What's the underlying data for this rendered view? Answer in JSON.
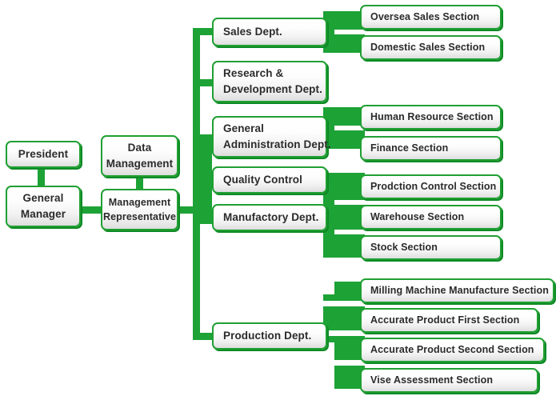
{
  "diagram": {
    "title": "Company Organization Chart",
    "colors": {
      "connector_green": "#1da236",
      "box_border_green": "#20a032",
      "box_shadow_green": "#0f8a26",
      "text": "#2b2b2b",
      "background": "#ffffff"
    },
    "executive": [
      {
        "id": "president",
        "lines": [
          "President"
        ]
      },
      {
        "id": "general-manager",
        "lines": [
          "General",
          "Manager"
        ]
      },
      {
        "id": "data-management",
        "lines": [
          "Data",
          "Management"
        ]
      },
      {
        "id": "management-representative",
        "lines": [
          "Management",
          "Representative"
        ]
      }
    ],
    "departments": [
      {
        "id": "sales-dept",
        "lines": [
          "Sales Dept."
        ]
      },
      {
        "id": "research-development-dept",
        "lines": [
          "Research &",
          "Development Dept."
        ]
      },
      {
        "id": "general-administration-dept",
        "lines": [
          "General",
          "Administration Dept."
        ]
      },
      {
        "id": "quality-control",
        "lines": [
          "Quality Control"
        ]
      },
      {
        "id": "manufactory-dept",
        "lines": [
          "Manufactory Dept."
        ]
      },
      {
        "id": "production-dept",
        "lines": [
          "Production Dept."
        ]
      }
    ],
    "sections": [
      {
        "id": "oversea-sales-section",
        "label": "Oversea Sales Section",
        "parent": "sales-dept"
      },
      {
        "id": "domestic-sales-section",
        "label": "Domestic Sales Section",
        "parent": "sales-dept"
      },
      {
        "id": "human-resource-section",
        "label": "Human Resource Section",
        "parent": "general-administration-dept"
      },
      {
        "id": "finance-section",
        "label": "Finance Section",
        "parent": "general-administration-dept"
      },
      {
        "id": "prodction-control-section",
        "label": "Prodction Control Section",
        "parent": "manufactory-dept"
      },
      {
        "id": "warehouse-section",
        "label": "Warehouse Section",
        "parent": "manufactory-dept"
      },
      {
        "id": "stock-section",
        "label": "Stock Section",
        "parent": "manufactory-dept"
      },
      {
        "id": "milling-machine-manufacture-section",
        "label": "Milling Machine Manufacture Section",
        "parent": "production-dept"
      },
      {
        "id": "accurate-product-first-section",
        "label": "Accurate Product First Section",
        "parent": "production-dept"
      },
      {
        "id": "accurate-product-second-section",
        "label": "Accurate Product Second Section",
        "parent": "production-dept"
      },
      {
        "id": "vise-assessment-section",
        "label": "Vise Assessment Section",
        "parent": "production-dept"
      }
    ]
  }
}
